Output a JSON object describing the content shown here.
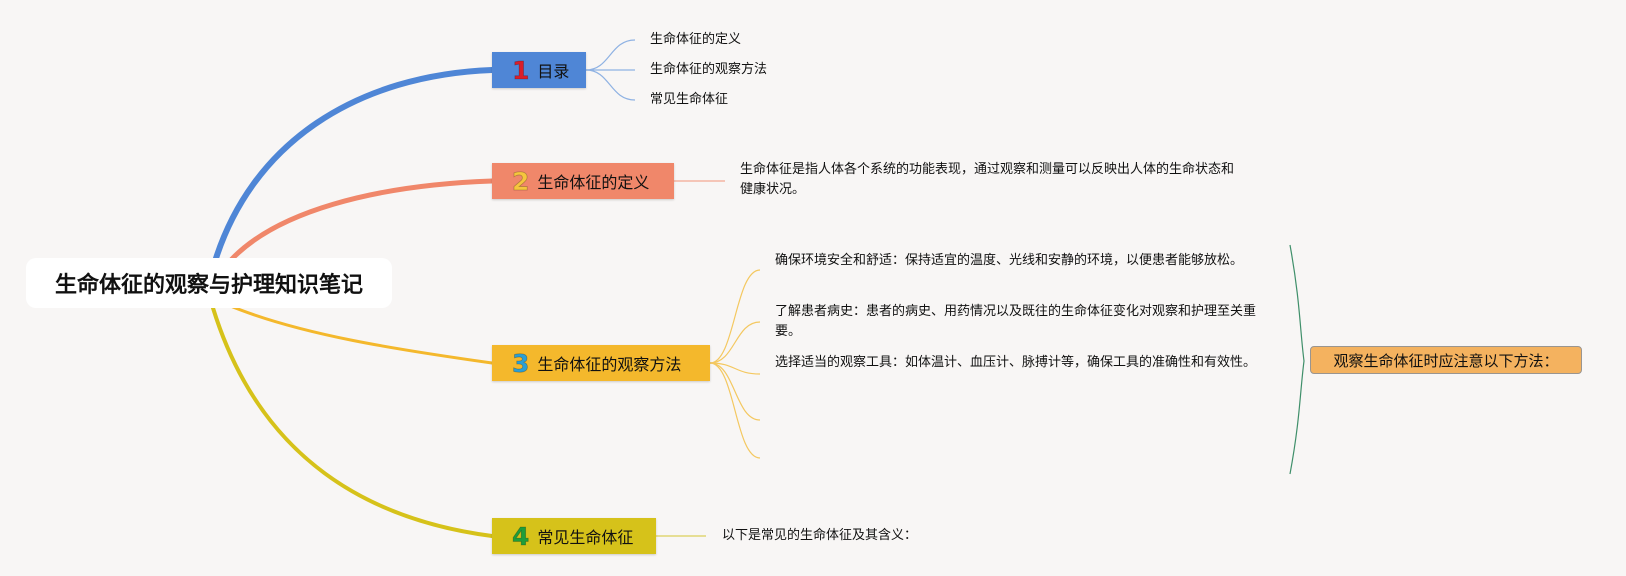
{
  "root": {
    "title": "生命体征的观察与护理知识笔记"
  },
  "branches": [
    {
      "number": "1",
      "label": "目录",
      "color": "#4f86d6",
      "number_color": "#d91e2a",
      "items": [
        "生命体征的定义",
        "生命体征的观察方法",
        "常见生命体征"
      ]
    },
    {
      "number": "2",
      "label": "生命体征的定义",
      "color": "#f0876a",
      "number_color": "#f6c53e",
      "text": "生命体征是指人体各个系统的功能表现，通过观察和测量可以反映出人体的生命状态和健康状况。"
    },
    {
      "number": "3",
      "label": "生命体征的观察方法",
      "color": "#f4b82c",
      "number_color": "#2c9fd4",
      "items": [
        "确保环境安全和舒适：保持适宜的温度、光线和安静的环境，以便患者能够放松。",
        "了解患者病史：患者的病史、用药情况以及既往的生命体征变化对观察和护理至关重要。",
        "选择适当的观察工具：如体温计、血压计、脉搏计等，确保工具的准确性和有效性。"
      ],
      "summary": "观察生命体征时应注意以下方法："
    },
    {
      "number": "4",
      "label": "常见生命体征",
      "color": "#d6c21a",
      "number_color": "#1f9e3a",
      "text": "以下是常见的生命体征及其含义："
    }
  ]
}
